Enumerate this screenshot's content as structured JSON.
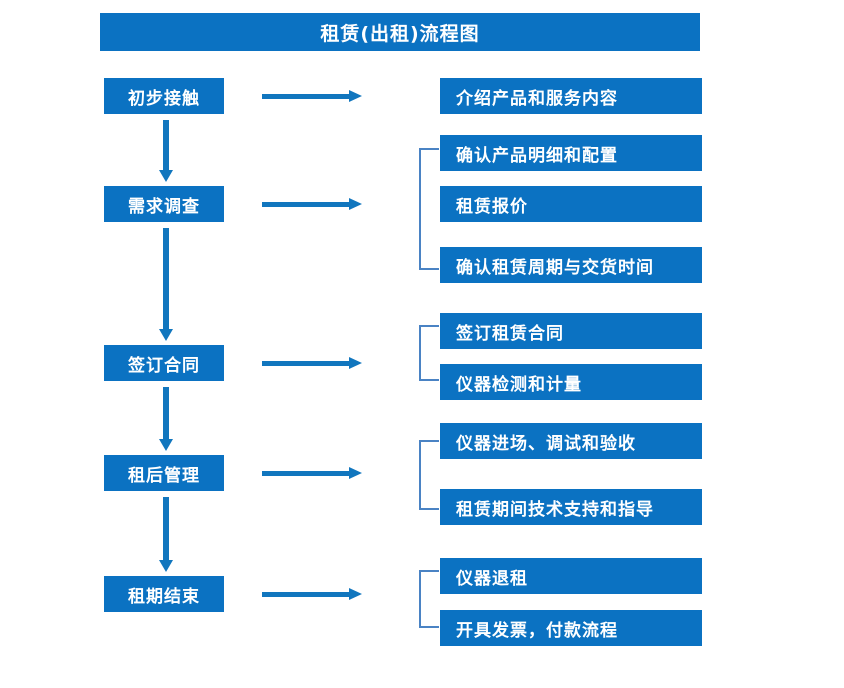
{
  "title": "租赁(出租)流程图",
  "colors": {
    "box_blue": "#0B72C2",
    "arrow_blue": "#1176BE",
    "bracket_blue": "#4A83C4",
    "text_white": "#FFFFFF",
    "background": "#FFFFFF"
  },
  "stages": [
    {
      "label": "初步接触"
    },
    {
      "label": "需求调查"
    },
    {
      "label": "签订合同"
    },
    {
      "label": "租后管理"
    },
    {
      "label": "租期结束"
    }
  ],
  "details": [
    {
      "label": "介绍产品和服务内容"
    },
    {
      "label": "确认产品明细和配置"
    },
    {
      "label": "租赁报价"
    },
    {
      "label": "确认租赁周期与交货时间"
    },
    {
      "label": "签订租赁合同"
    },
    {
      "label": "仪器检测和计量"
    },
    {
      "label": "仪器进场、调试和验收"
    },
    {
      "label": "租赁期间技术支持和指导"
    },
    {
      "label": "仪器退租"
    },
    {
      "label": "开具发票，付款流程"
    }
  ]
}
